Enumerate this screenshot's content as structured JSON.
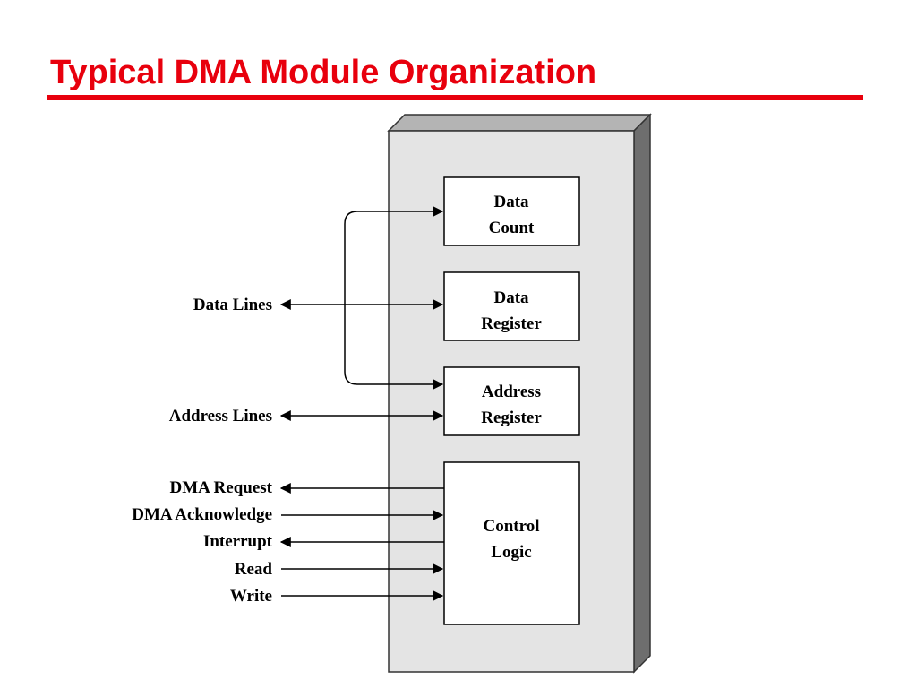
{
  "slide": {
    "title": "Typical DMA Module Organization"
  },
  "colors": {
    "title": "#e8000d",
    "module_body": "#e4e4e4",
    "module_side": "#6e6e6e",
    "module_top": "#b4b4b4"
  },
  "registers": [
    {
      "line1": "Data",
      "line2": "Count"
    },
    {
      "line1": "Data",
      "line2": "Register"
    },
    {
      "line1": "Address",
      "line2": "Register"
    }
  ],
  "control": {
    "line1": "Control",
    "line2": "Logic"
  },
  "external_lines": {
    "data_lines": "Data Lines",
    "address_lines": "Address Lines",
    "dma_request": "DMA Request",
    "dma_acknowledge": "DMA Acknowledge",
    "interrupt": "Interrupt",
    "read": "Read",
    "write": "Write"
  }
}
